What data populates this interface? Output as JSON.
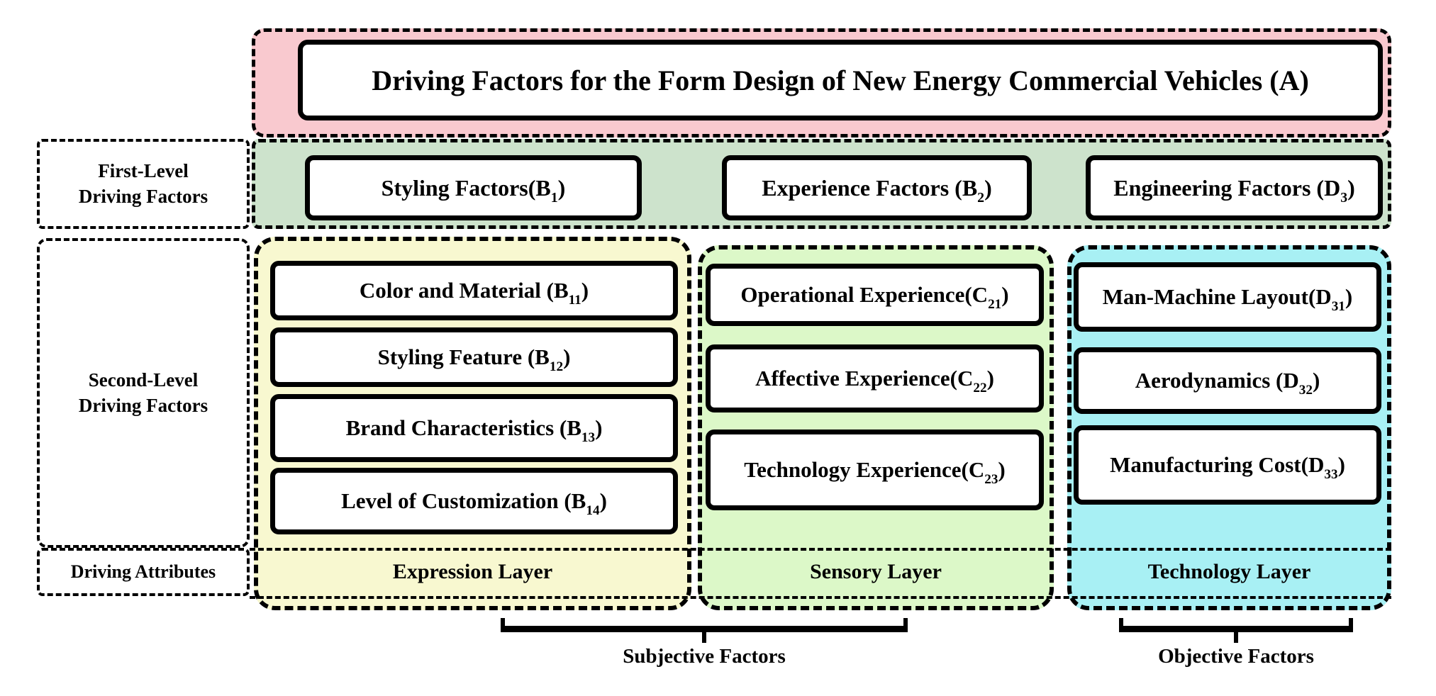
{
  "root": {
    "title": "Driving Factors for the Form Design of New Energy Commercial Vehicles (A)"
  },
  "side_labels": {
    "first_level": {
      "line1": "First-Level",
      "line2": "Driving Factors"
    },
    "second_level": {
      "line1": "Second-Level",
      "line2": "Driving Factors"
    },
    "attributes": "Driving Attributes"
  },
  "first_level": {
    "items": [
      {
        "pre": "Styling Factors(B",
        "sub": "1",
        "post": ")"
      },
      {
        "pre": "Experience Factors (B",
        "sub": "2",
        "post": ")"
      },
      {
        "pre": "Engineering Factors (D",
        "sub": "3",
        "post": ")"
      }
    ]
  },
  "columns": [
    {
      "layer_label": "Expression Layer",
      "items": [
        {
          "pre": "Color and Material (B",
          "sub": "11",
          "post": ")"
        },
        {
          "pre": "Styling Feature (B",
          "sub": "12",
          "post": ")"
        },
        {
          "pre": "Brand Characteristics (B",
          "sub": "13",
          "post": ")"
        },
        {
          "pre": "Level of Customization (B",
          "sub": "14",
          "post": ")"
        }
      ]
    },
    {
      "layer_label": "Sensory Layer",
      "items": [
        {
          "pre": "Operational Experience(C",
          "sub": "21",
          "post": ")"
        },
        {
          "pre": "Affective Experience(C",
          "sub": "22",
          "post": ")"
        },
        {
          "pre": "Technology Experience(C",
          "sub": "23",
          "post": ")"
        }
      ]
    },
    {
      "layer_label": "Technology Layer",
      "items": [
        {
          "pre": "Man-Machine Layout(D",
          "sub": "31",
          "post": ")"
        },
        {
          "pre": "Aerodynamics (D",
          "sub": "32",
          "post": ")"
        },
        {
          "pre": "Manufacturing Cost(D",
          "sub": "33",
          "post": ")"
        }
      ]
    }
  ],
  "braces": [
    {
      "label": "Subjective Factors"
    },
    {
      "label": "Objective Factors"
    }
  ],
  "colors": {
    "root_bg": "#f9c9cf",
    "first_level_bg": "#cde3cc",
    "expression_bg": "#f8f8d0",
    "sensory_bg": "#dcf8c8",
    "technology_bg": "#a8f0f4"
  }
}
